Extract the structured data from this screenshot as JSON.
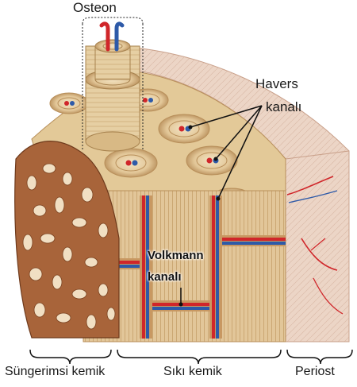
{
  "labels": {
    "osteon": "Osteon",
    "havers_line1": "Havers",
    "havers_line2": "kanalı",
    "volkmann_line1": "Volkmann",
    "volkmann_line2": "kanalı",
    "spongy_bone": "Süngerimsi kemik",
    "compact_bone": "Sıkı kemik",
    "periosteum": "Periost"
  },
  "colors": {
    "bone": "#e6cfa3",
    "bone_dark": "#c9a772",
    "spongy": "#a8643a",
    "artery": "#d0262a",
    "vein": "#2e5aa8",
    "periosteum": "#ead2c4"
  }
}
